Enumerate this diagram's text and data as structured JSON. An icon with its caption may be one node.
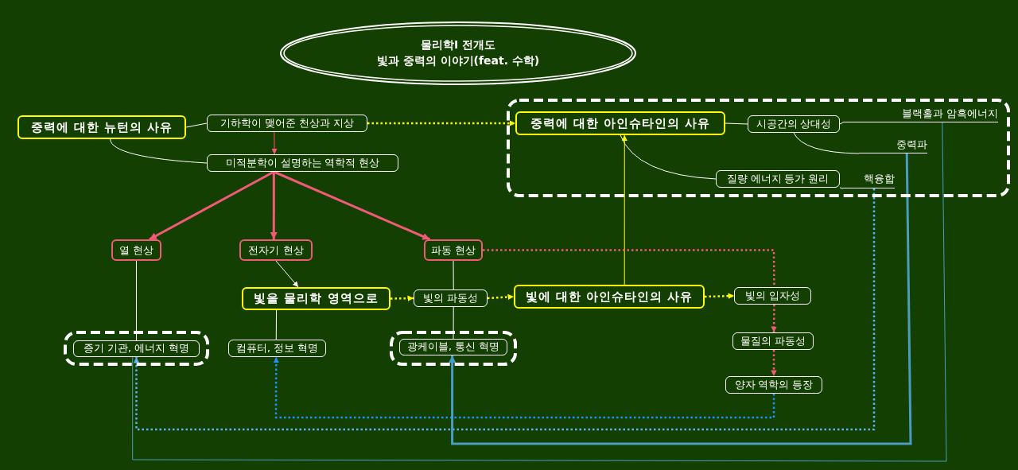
{
  "diagram": {
    "nodes": [
      {
        "text": [
          "물리학Ⅰ 전개도",
          "빛과 중력의 이야기(feat. 수학)"
        ]
      },
      {
        "text": [
          "중력에 대한 뉴턴의 사유"
        ]
      },
      {
        "text": [
          "기하학이 맺어준 천상과 지상"
        ]
      },
      {
        "text": [
          "미적분학이 설명하는 역학적 현상"
        ]
      },
      {
        "text": [],
        "shape": "cloud"
      },
      {
        "text": [
          "중력에 대한 아인슈타인의 사유"
        ],
        "in": 4
      },
      {
        "text": [
          "시공간의 상대성"
        ],
        "in": 4
      },
      {
        "text": [
          "블랙홀과 암흑에너지"
        ],
        "in": 4
      },
      {
        "text": [
          "중력파"
        ],
        "in": 4
      },
      {
        "text": [
          "질량 에너지 등가 원리"
        ],
        "in": 4
      },
      {
        "text": [
          "핵융합"
        ],
        "in": 4
      },
      {
        "text": [
          "열 현상"
        ]
      },
      {
        "text": [
          "전자기 현상"
        ]
      },
      {
        "text": [
          "파동 현상"
        ]
      },
      {
        "text": [
          "빛을 물리학 영역으로"
        ]
      },
      {
        "text": [
          "빛의 파동성"
        ]
      },
      {
        "text": [
          "빛에 대한 아인슈타인의 사유"
        ]
      },
      {
        "text": [
          "빛의 입자성"
        ]
      },
      {
        "text": [],
        "shape": "cloud"
      },
      {
        "text": [
          "증기 기관, 에너지 혁명"
        ],
        "in": 18
      },
      {
        "text": [
          "컴퓨터, 정보 혁명"
        ]
      },
      {
        "text": [],
        "shape": "cloud"
      },
      {
        "text": [
          "광케이블, 통신 혁명"
        ],
        "in": 21
      },
      {
        "text": [
          "물질의 파동성"
        ]
      },
      {
        "text": [
          "양자 역학의 등장"
        ]
      }
    ],
    "edges": [
      {
        "from": 1,
        "to": 2,
        "arrow": "none"
      },
      {
        "from": 1,
        "to": 3,
        "arrow": "none"
      },
      {
        "from": 2,
        "to": 3,
        "arrow": "to",
        "color": "#f05a78"
      },
      {
        "from": 2,
        "to": 5,
        "arrow": "to",
        "style": "dashed",
        "color": "#ffff00"
      },
      {
        "from": 3,
        "to": 11,
        "arrow": "to",
        "style": "thick",
        "color": "#f05a78"
      },
      {
        "from": 3,
        "to": 12,
        "arrow": "to",
        "style": "thick",
        "color": "#f05a78"
      },
      {
        "from": 3,
        "to": 13,
        "arrow": "to",
        "style": "thick",
        "color": "#f05a78"
      },
      {
        "from": 5,
        "to": 6,
        "arrow": "none"
      },
      {
        "from": 6,
        "to": 7,
        "arrow": "none"
      },
      {
        "from": 6,
        "to": 8,
        "arrow": "none"
      },
      {
        "from": 5,
        "to": 9,
        "arrow": "none"
      },
      {
        "from": 9,
        "to": 10,
        "arrow": "none"
      },
      {
        "from": 16,
        "to": 5,
        "arrow": "to",
        "color": "#ffff00"
      },
      {
        "from": 11,
        "to": 19,
        "arrow": "none"
      },
      {
        "from": 14,
        "to": 20,
        "arrow": "none"
      },
      {
        "from": 12,
        "to": 14,
        "arrow": "to"
      },
      {
        "from": 13,
        "to": 15,
        "arrow": "none"
      },
      {
        "from": 15,
        "to": 22,
        "arrow": "none"
      },
      {
        "from": 14,
        "to": 15,
        "arrow": "to",
        "style": "dashed",
        "color": "#ffff00"
      },
      {
        "from": 15,
        "to": 16,
        "arrow": "to",
        "style": "dashed",
        "color": "#ffff00"
      },
      {
        "from": 16,
        "to": 17,
        "arrow": "to",
        "style": "dashed",
        "color": "#ffff00"
      },
      {
        "from": 13,
        "to": 17,
        "arrow": "none",
        "style": "dashed",
        "color": "#f05a78"
      },
      {
        "from": 17,
        "to": 23,
        "arrow": "to",
        "style": "dashed",
        "color": "#f05a78"
      },
      {
        "from": 23,
        "to": 24,
        "arrow": "to",
        "style": "dashed",
        "color": "#f05a78"
      },
      {
        "from": 24,
        "to": 20,
        "arrow": "to",
        "style": "dashed",
        "color": "#1e90ff"
      },
      {
        "from": 10,
        "to": 19,
        "arrow": "to",
        "style": "dashed",
        "color": "#5ab4f0"
      },
      {
        "from": 8,
        "to": 22,
        "arrow": "to",
        "style": "thick",
        "color": "#4a9cc0"
      },
      {
        "from": 7,
        "to": 19,
        "arrow": "none",
        "color": "#4a9cc0"
      }
    ]
  }
}
